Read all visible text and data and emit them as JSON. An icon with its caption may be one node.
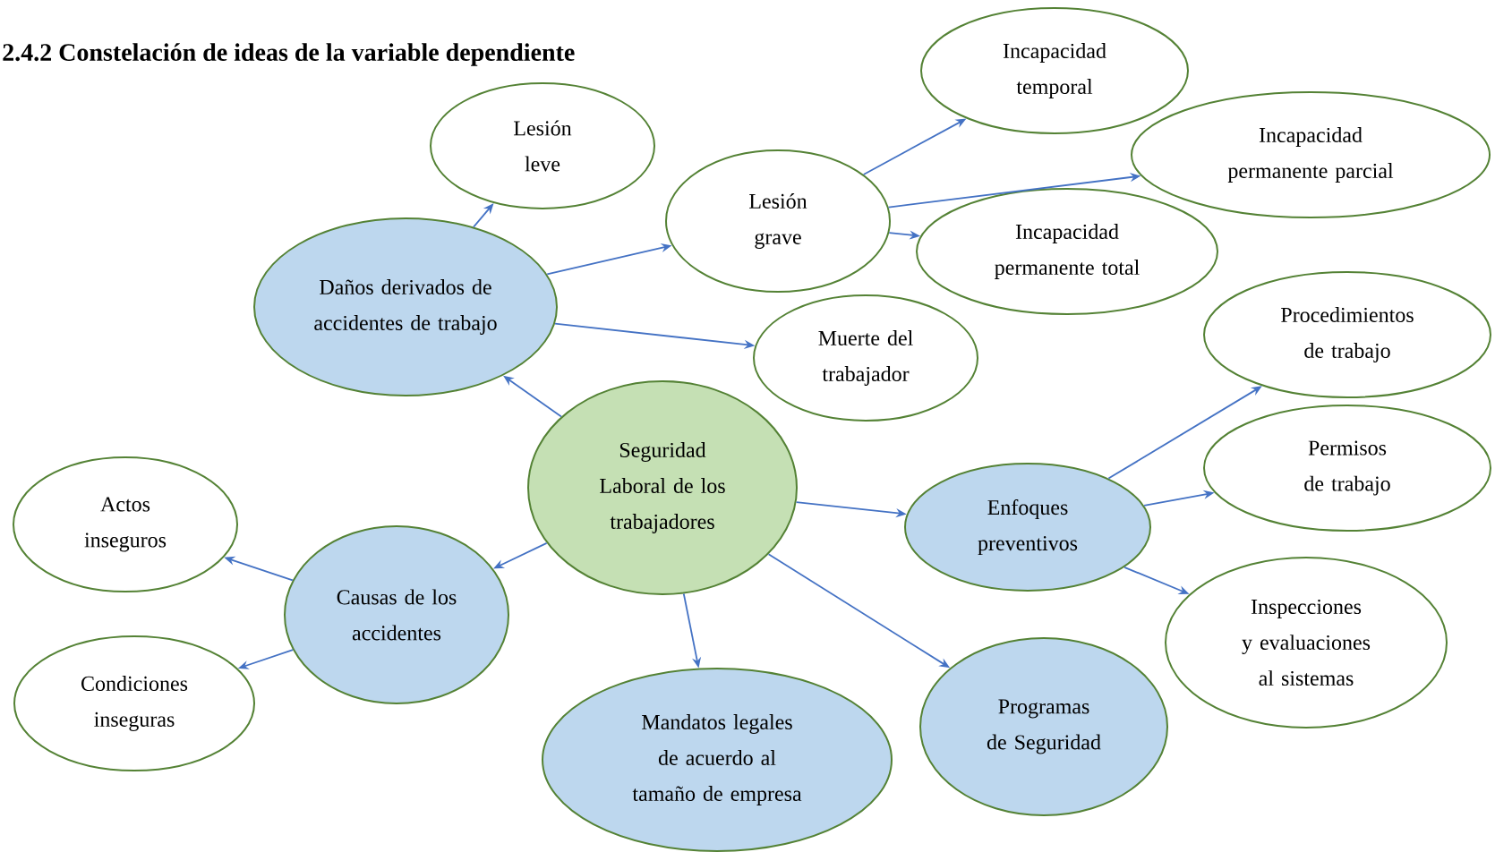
{
  "diagram": {
    "title": "2.4.2 Constelación de ideas de la variable dependiente",
    "nodes": [
      {
        "text": [
          "Seguridad Laboral de los trabajadores"
        ]
      },
      {
        "text": [
          "Daños derivados de accidentes de trabajo"
        ]
      },
      {
        "text": [
          "Lesión leve"
        ]
      },
      {
        "text": [
          "Lesión grave"
        ]
      },
      {
        "text": [
          "Incapacidad temporal"
        ]
      },
      {
        "text": [
          "Incapacidad permanente parcial"
        ]
      },
      {
        "text": [
          "Incapacidad permanente total"
        ]
      },
      {
        "text": [
          "Muerte del trabajador"
        ]
      },
      {
        "text": [
          "Procedimientos de trabajo"
        ]
      },
      {
        "text": [
          "Permisos de trabajo"
        ]
      },
      {
        "text": [
          "Enfoques preventivos"
        ]
      },
      {
        "text": [
          "Inspecciones y evaluaciones al sistemas"
        ]
      },
      {
        "text": [
          "Programas de Seguridad"
        ]
      },
      {
        "text": [
          "Mandatos legales de acuerdo al tamaño de empresa"
        ]
      },
      {
        "text": [
          "Causas de los accidentes"
        ]
      },
      {
        "text": [
          "Actos inseguros"
        ]
      },
      {
        "text": [
          "Condiciones inseguras"
        ]
      }
    ],
    "edges": [
      {
        "from": 0,
        "to": 1,
        "arrow": "to"
      },
      {
        "from": 1,
        "to": 2,
        "arrow": "to"
      },
      {
        "from": 1,
        "to": 3,
        "arrow": "to"
      },
      {
        "from": 1,
        "to": 7,
        "arrow": "to"
      },
      {
        "from": 3,
        "to": 4,
        "arrow": "to"
      },
      {
        "from": 3,
        "to": 5,
        "arrow": "to"
      },
      {
        "from": 3,
        "to": 6,
        "arrow": "to"
      },
      {
        "from": 0,
        "to": 10,
        "arrow": "to"
      },
      {
        "from": 10,
        "to": 8,
        "arrow": "to"
      },
      {
        "from": 10,
        "to": 9,
        "arrow": "to"
      },
      {
        "from": 10,
        "to": 11,
        "arrow": "to"
      },
      {
        "from": 0,
        "to": 12,
        "arrow": "to"
      },
      {
        "from": 0,
        "to": 13,
        "arrow": "to"
      },
      {
        "from": 0,
        "to": 14,
        "arrow": "to"
      },
      {
        "from": 14,
        "to": 15,
        "arrow": "to"
      },
      {
        "from": 14,
        "to": 16,
        "arrow": "to"
      }
    ]
  }
}
